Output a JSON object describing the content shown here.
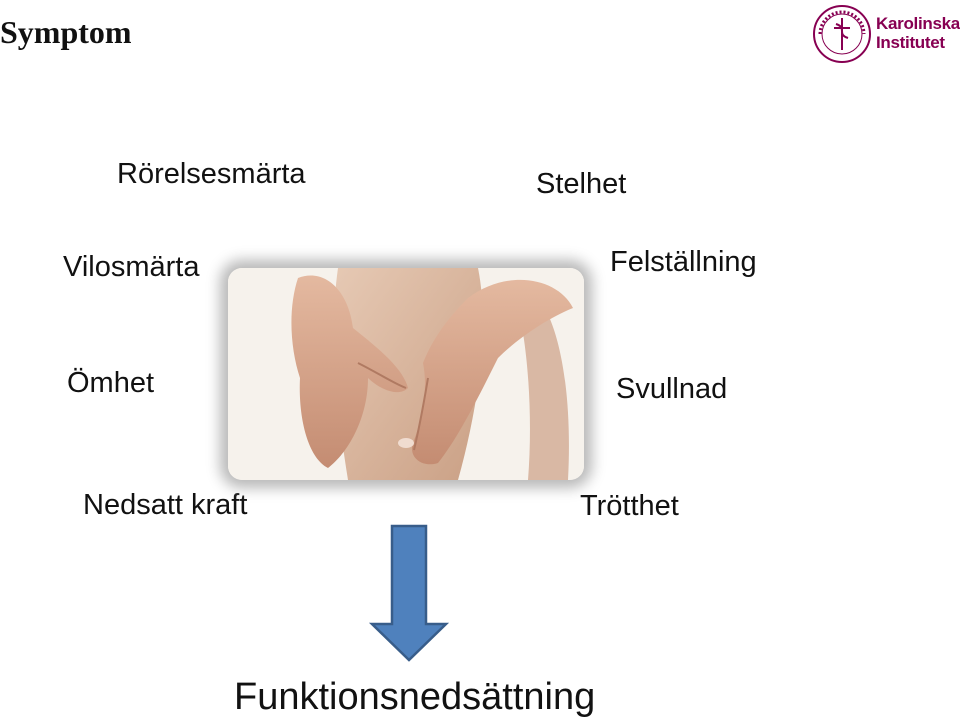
{
  "slide": {
    "title": "Symptom",
    "logo_text_line1": "Karolinska",
    "logo_text_line2": "Institutet",
    "logo_seal_text": "KAROLINSKA INSTITUTET ANNO 1810",
    "symptoms": {
      "rorelsesmarta": "Rörelsesmärta",
      "stelhet": "Stelhet",
      "vilosmarta": "Vilosmärta",
      "felstallning": "Felställning",
      "omhet": "Ömhet",
      "svullnad": "Svullnad",
      "nedsatt_kraft": "Nedsatt kraft",
      "trotthet": "Trötthet"
    },
    "result": "Funktionsnedsättning",
    "colors": {
      "brand": "#870052",
      "arrow_fill": "#4f81bd",
      "arrow_stroke": "#385d8a"
    },
    "image": "knee-with-hands-photo"
  }
}
